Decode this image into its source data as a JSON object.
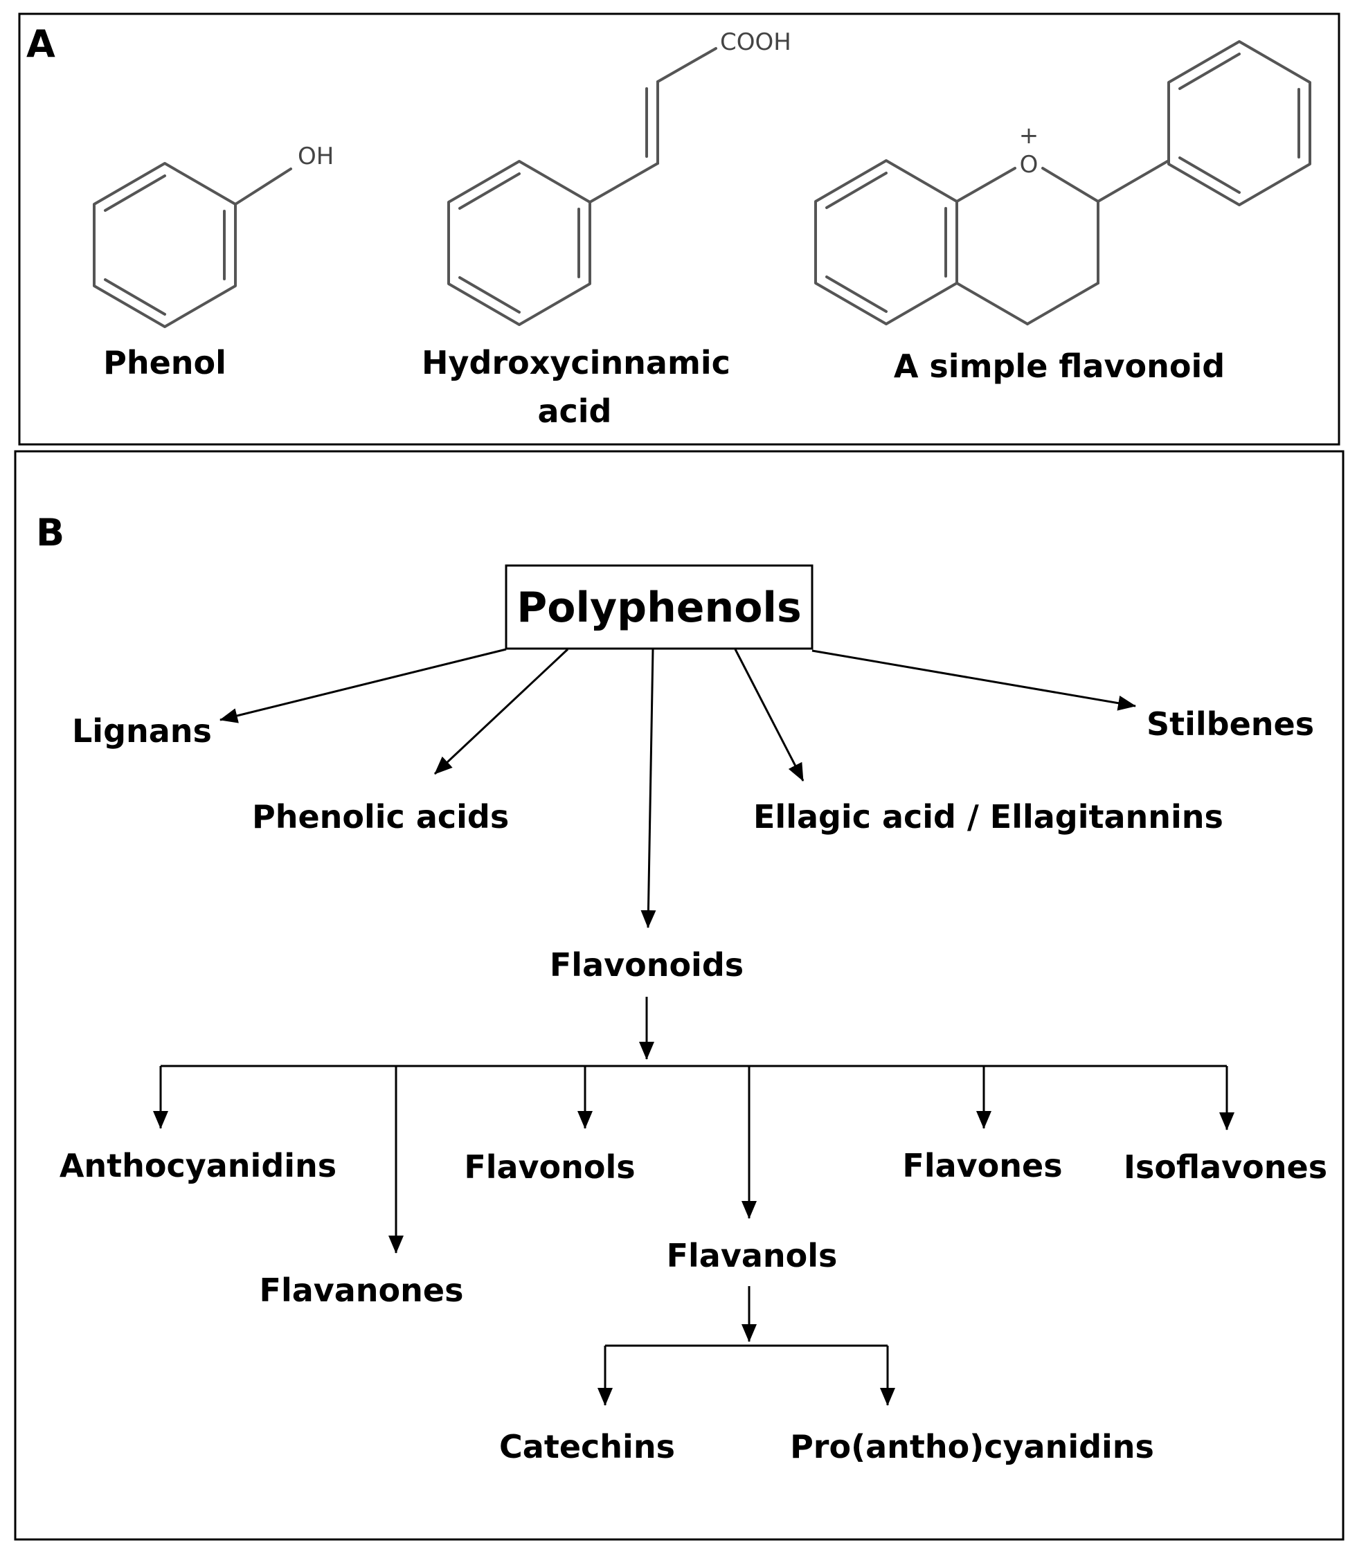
{
  "panel_a": {
    "label": "A",
    "structures": {
      "phenol": {
        "name": "Phenol",
        "atom": "OH"
      },
      "hydroxycinnamic": {
        "name_line1": "Hydroxycinnamic",
        "name_line2": "acid",
        "atom": "COOH"
      },
      "flavonoid": {
        "name": "A simple flavonoid",
        "atom": "O",
        "charge": "+"
      }
    }
  },
  "panel_b": {
    "label": "B",
    "root": "Polyphenols",
    "nodes": {
      "lignans": "Lignans",
      "phenolic_acids": "Phenolic acids",
      "flavonoids": "Flavonoids",
      "ellagic": "Ellagic acid / Ellagitannins",
      "stilbenes": "Stilbenes",
      "anthocyanidins": "Anthocyanidins",
      "flavanones": "Flavanones",
      "flavonols": "Flavonols",
      "flavanols": "Flavanols",
      "flavones": "Flavones",
      "isoflavones": "Isoflavones",
      "catechins": "Catechins",
      "proanthocyanidins": "Pro(antho)cyanidins"
    }
  }
}
